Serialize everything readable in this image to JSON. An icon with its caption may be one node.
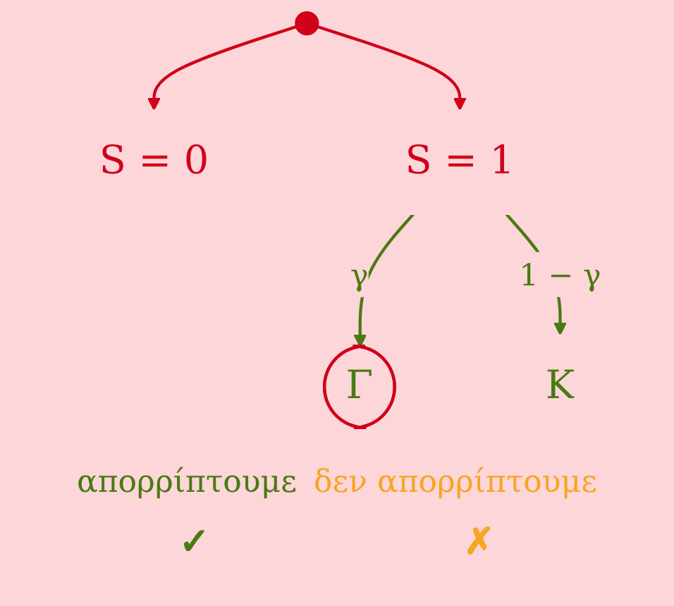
{
  "diagram": {
    "nodes": [
      {
        "text": [],
        "shape": "circle"
      },
      {
        "text": [
          "S = 0"
        ]
      },
      {
        "text": [
          "S = 1"
        ]
      },
      {
        "text": [
          "Γ"
        ]
      },
      {
        "text": [
          "K"
        ]
      }
    ],
    "edges": [
      {
        "from": 0,
        "to": 1,
        "arrow": "to"
      },
      {
        "from": 0,
        "to": 2,
        "arrow": "to"
      },
      {
        "from": 2,
        "to": 3,
        "label": "γ",
        "arrow": "to",
        "color": "#4a7a12"
      },
      {
        "from": 2,
        "to": 4,
        "label": "1 − γ",
        "arrow": "to",
        "color": "#4a7a12"
      }
    ],
    "labels": [
      "απορρίπτουμε",
      "δεν απορρίπτουμε",
      "✓",
      "✗"
    ]
  }
}
